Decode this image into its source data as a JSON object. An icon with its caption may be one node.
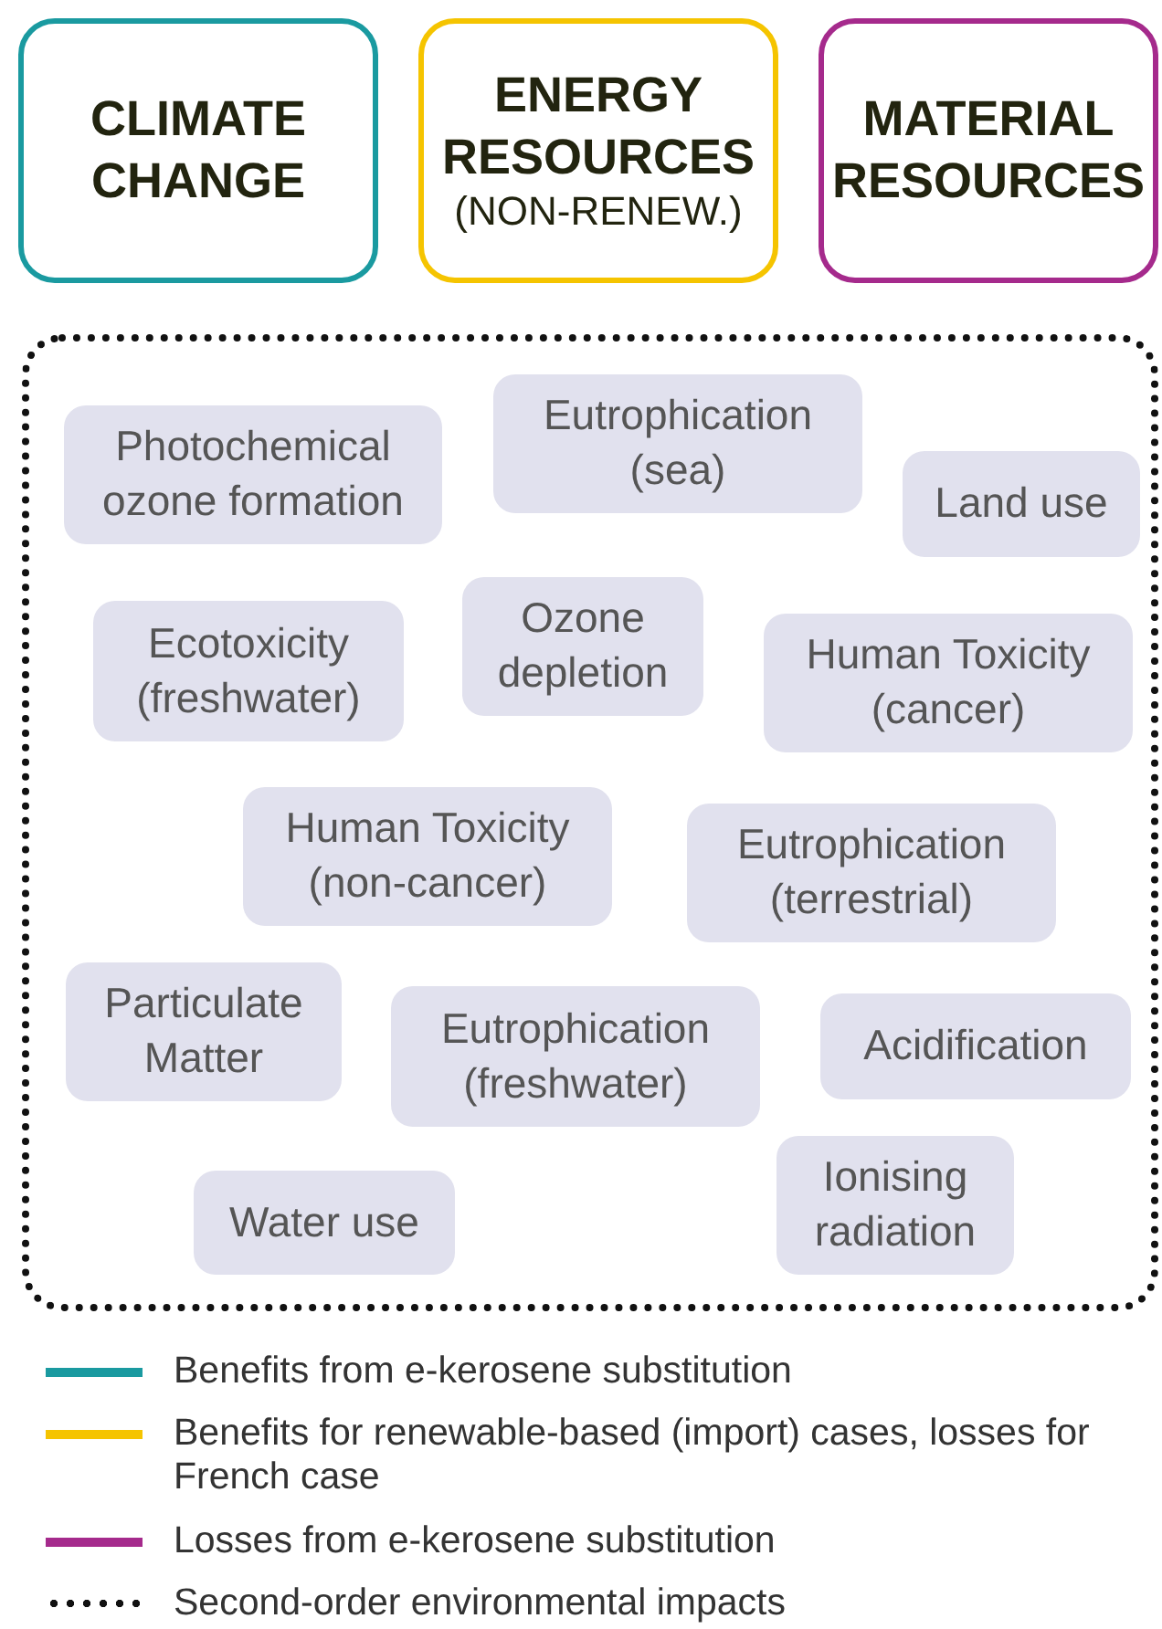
{
  "diagram": {
    "nodes": [
      {
        "text": [
          "CLIMATE CHANGE"
        ]
      },
      {
        "text": [
          "ENERGY RESOURCES",
          "(NON-RENEW.)"
        ]
      },
      {
        "text": [
          "MATERIAL RESOURCES"
        ]
      },
      {
        "text": [],
        "shape": "box"
      },
      {
        "text": [
          "Photochemical ozone formation"
        ],
        "in": 3
      },
      {
        "text": [
          "Eutrophication (sea)"
        ],
        "in": 3
      },
      {
        "text": [
          "Land use"
        ],
        "in": 3
      },
      {
        "text": [
          "Ecotoxicity (freshwater)"
        ],
        "in": 3
      },
      {
        "text": [
          "Ozone depletion"
        ],
        "in": 3
      },
      {
        "text": [
          "Human Toxicity (cancer)"
        ],
        "in": 3
      },
      {
        "text": [
          "Human Toxicity (non-cancer)"
        ],
        "in": 3
      },
      {
        "text": [
          "Eutrophication (terrestrial)"
        ],
        "in": 3
      },
      {
        "text": [
          "Particulate Matter"
        ],
        "in": 3
      },
      {
        "text": [
          "Eutrophication (freshwater)"
        ],
        "in": 3
      },
      {
        "text": [
          "Acidification"
        ],
        "in": 3
      },
      {
        "text": [
          "Water use"
        ],
        "in": 3
      },
      {
        "text": [
          "Ionising radiation"
        ],
        "in": 3
      }
    ],
    "edges": [],
    "legend": [
      {
        "text": "Benefits from e-kerosene substitution",
        "color": "#1a9aa0"
      },
      {
        "text": "Benefits for renewable-based (import) cases, losses for French case",
        "color": "#f5c400"
      },
      {
        "text": "Losses from e-kerosene substitution",
        "color": "#a52a8c"
      },
      {
        "text": "Second-order environmental impacts"
      }
    ]
  }
}
